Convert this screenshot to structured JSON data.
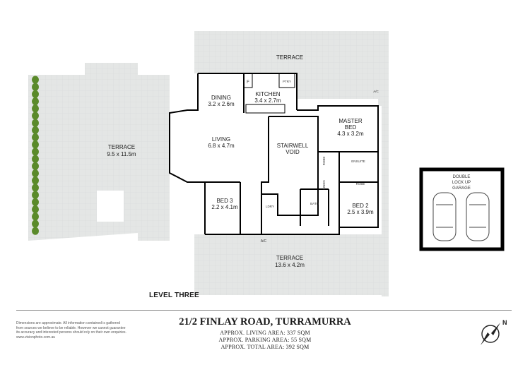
{
  "plan": {
    "rooms": {
      "terrace_top": {
        "name": "TERRACE"
      },
      "terrace_left": {
        "name": "TERRACE",
        "size": "9.5 x 11.5m"
      },
      "dining": {
        "name": "DINING",
        "size": "3.2 x 2.6m"
      },
      "kitchen": {
        "name": "KITCHEN",
        "size": "3.4 x 2.7m"
      },
      "living": {
        "name": "LIVING",
        "size": "6.8 x 4.7m"
      },
      "stairwell": {
        "name": "STAIRWELL",
        "name2": "VOID"
      },
      "master": {
        "name": "MASTER",
        "name2": "BED",
        "size": "4.3 x 3.2m"
      },
      "bed3": {
        "name": "BED 3",
        "size": "2.2 x 4.1m"
      },
      "bed2": {
        "name": "BED 2",
        "size": "2.5 x 3.9m"
      },
      "terrace_bottom": {
        "name": "TERRACE",
        "size": "13.6 x 4.2m"
      },
      "garage": {
        "line1": "DOUBLE",
        "line2": "LOCK UP",
        "line3": "GARAGE"
      }
    },
    "small_labels": {
      "fridge": "F",
      "pantry": "PTRY",
      "ac_top": "A/C",
      "ac_bottom": "A/C",
      "ensuite": "ENSUITE",
      "robe_master": "ROBE",
      "robe_bed2": "ROBE",
      "linen": "LINEN",
      "bath": "BATH",
      "ldry": "LDRY"
    }
  },
  "level_label": "LEVEL THREE",
  "footer": {
    "disclaimer": [
      "Dimensions are approximate. All information contained is gathered",
      "from sources we believe to be reliable. However we cannot guarantee",
      "its accuracy and interested persons should rely on their own enquiries.",
      "www.visionphoto.com.au"
    ],
    "address": "21/2 FINLAY ROAD, TURRAMURRA",
    "living_area": "APPROX. LIVING AREA: 337 SQM",
    "parking_area": "APPROX. PARKING AREA: 55 SQM",
    "total_area": "APPROX. TOTAL AREA: 392 SQM"
  },
  "colors": {
    "terrace": "#e4e6e5",
    "wall": "#000000",
    "hedge": "#5a8a2a"
  },
  "icons": [
    "compass-north-icon",
    "car-icon"
  ]
}
